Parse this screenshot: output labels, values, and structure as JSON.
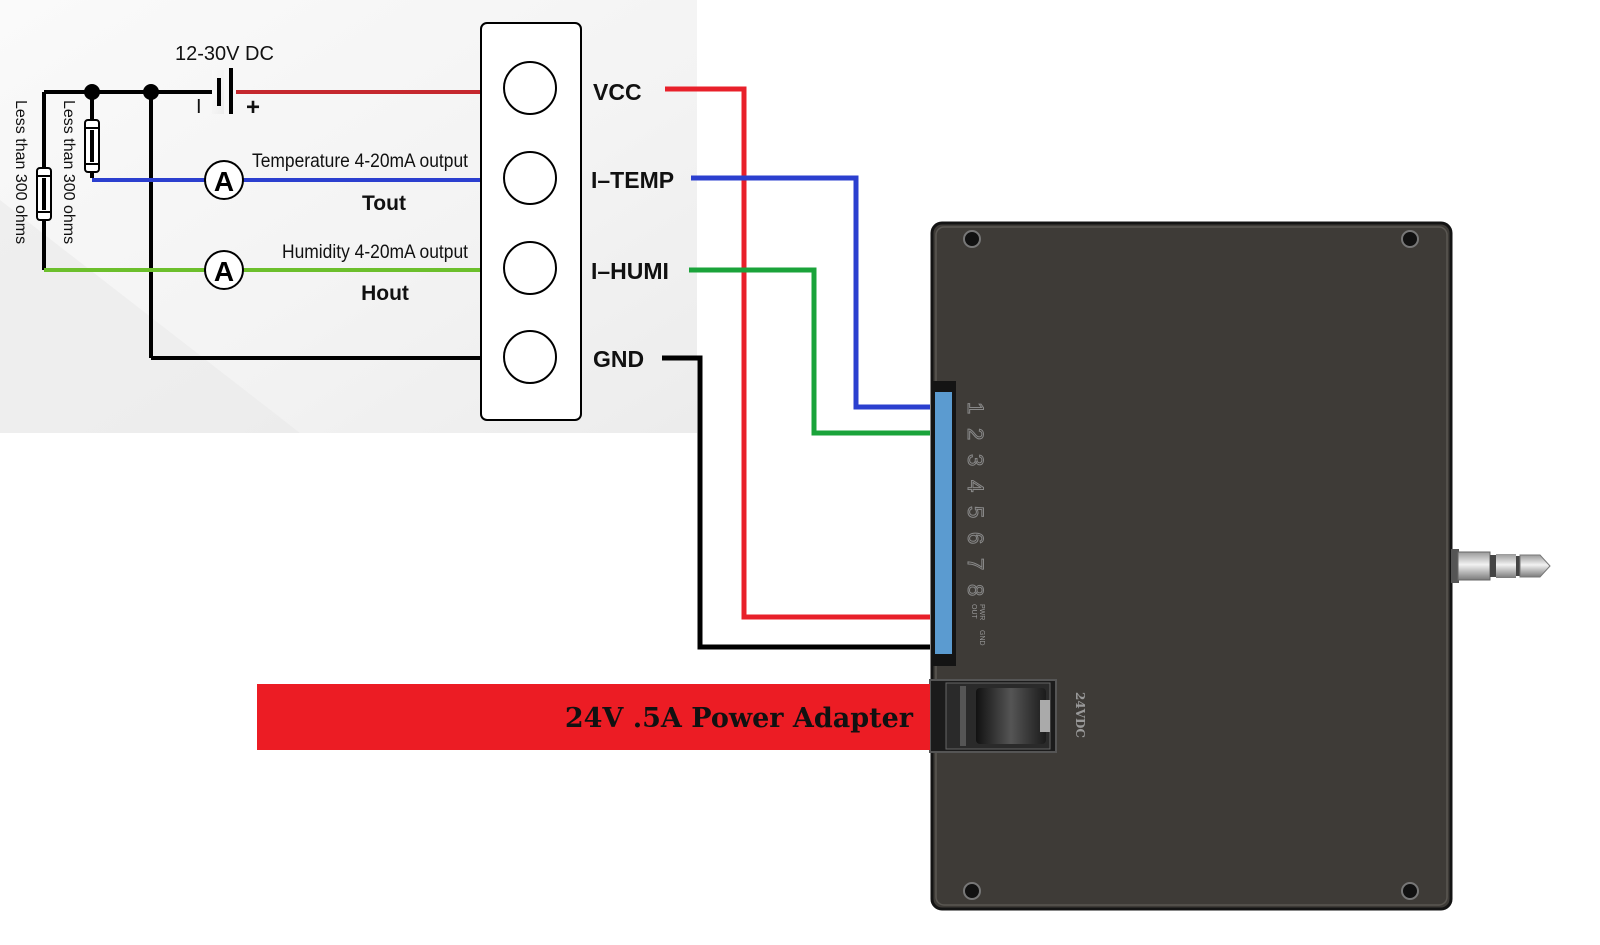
{
  "supply": {
    "label": "12-30V DC",
    "minus": "I",
    "plus": "+"
  },
  "resistors": {
    "outer_label": "Less than 300 ohms",
    "inner_label": "Less than 300 ohms"
  },
  "ammeter_symbol": "A",
  "temperature": {
    "caption": "Temperature 4-20mA output",
    "name": "Tout"
  },
  "humidity": {
    "caption": "Humidity 4-20mA output",
    "name": "Hout"
  },
  "terminals": [
    "VCC",
    "I–TEMP",
    "I–HUMI",
    "GND"
  ],
  "device": {
    "pin_numbers": [
      "1",
      "2",
      "3",
      "4",
      "5",
      "6",
      "7",
      "8"
    ],
    "pin_extra_1": "PWR",
    "pin_extra_2": "OUT",
    "pin_extra_3": "GND",
    "jack_label": "24VDC"
  },
  "power_adapter": {
    "label": "24V .5A Power Adapter"
  },
  "colors": {
    "vcc": "#e8202a",
    "temp": "#2b3fcf",
    "humi": "#1aa33a",
    "gnd": "#000000",
    "device_body": "#3e3b37",
    "terminal_strip": "#5b9bd0",
    "adapter_banner": "#ec1c24",
    "left_panel_bg": "#f1f1f1"
  }
}
